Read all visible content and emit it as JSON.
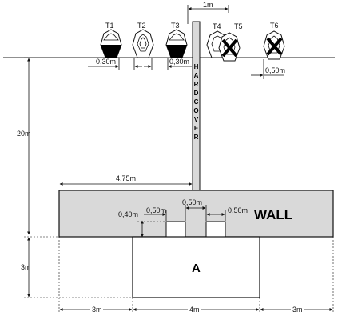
{
  "targets": {
    "t1": "T1",
    "t2": "T2",
    "t3": "T3",
    "t4": "T4",
    "t5": "T5",
    "t6": "T6"
  },
  "dimensions": {
    "top_1m": "1m",
    "gap_t1_t2": "0,30m",
    "gap_t2_t3": "0,30m",
    "gap_t6": "0,50m",
    "height_20m": "20m",
    "dist_4_75m": "4,75m",
    "opening_offset": "0,50m",
    "opening_gap": "0,50m",
    "opening_right": "0,50m",
    "opening_height": "0,40m",
    "height_3m": "3m",
    "bottom_left_3m": "3m",
    "bottom_mid_4m": "4m",
    "bottom_right_3m": "3m"
  },
  "labels": {
    "hardcover": [
      "H",
      "A",
      "R",
      "D",
      "C",
      "O",
      "V",
      "E",
      "R"
    ],
    "wall": "WALL",
    "block": "A"
  },
  "colors": {
    "wall_fill": "#d9d9d9",
    "hardcover_fill": "#d9d9d9",
    "target_dark": "#000000"
  }
}
